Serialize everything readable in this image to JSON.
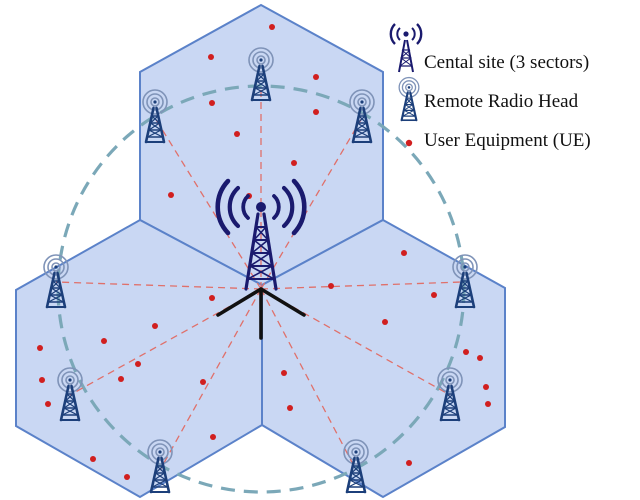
{
  "legend": {
    "central_site": "Cental site (3 sectors)",
    "rrh": "Remote Radio Head",
    "ue": "User Equipment (UE)"
  },
  "colors": {
    "cell_fill": "#c9d7f3",
    "cell_stroke": "#5b82c9",
    "ring": "#7ba8b8",
    "link": "#e0706a",
    "ue": "#d11f1f",
    "rrh_tower": "#1c3f7a",
    "central_tower": "#1a1a6e"
  },
  "icons": {
    "central_site": "cell-tower-broadcast-icon",
    "rrh": "radio-tower-icon",
    "ue": "dot-icon"
  }
}
